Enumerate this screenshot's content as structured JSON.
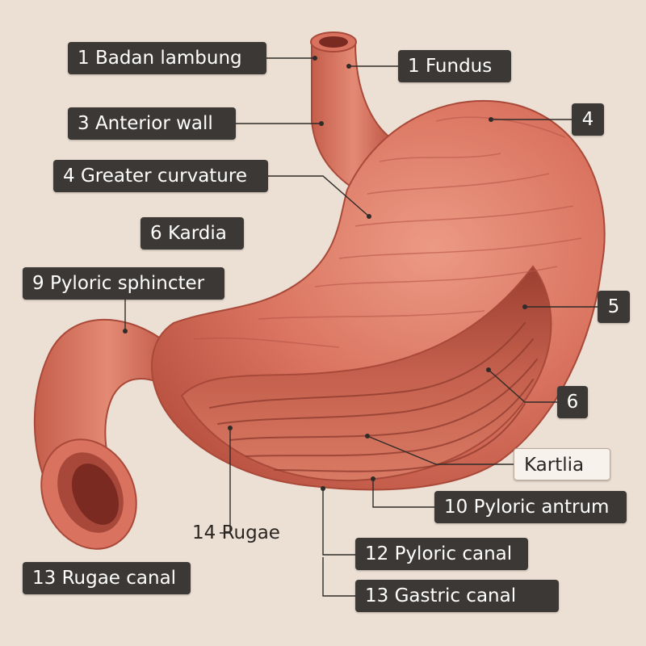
{
  "diagram": {
    "labels": {
      "badan_lambung": "1 Badan lambung",
      "fundus": "1 Fundus",
      "anterior_wall": "3 Anterior wall",
      "four": "4",
      "greater_curvature": "4 Greater curvature",
      "kardia": "6 Kardia",
      "pyloric_sphincter": "9 Pyloric sphincter",
      "five": "5",
      "six": "6",
      "kartlia": "Kartlia",
      "pyloric_antrum": "10 Pyloric antrum",
      "rugae": "14 Rugae",
      "pyloric_canal": "12 Pyloric canal",
      "rugae_canal": "13 Rugae canal",
      "gastric_canal": "13 Gastric canal"
    },
    "colors": {
      "background": "#ecdfd3",
      "tissue": "#d9735f",
      "tissue_dark": "#b8503f",
      "tissue_light": "#ec9a84",
      "label_bg": "#3b3835",
      "leader_line": "#2f2b28"
    }
  }
}
